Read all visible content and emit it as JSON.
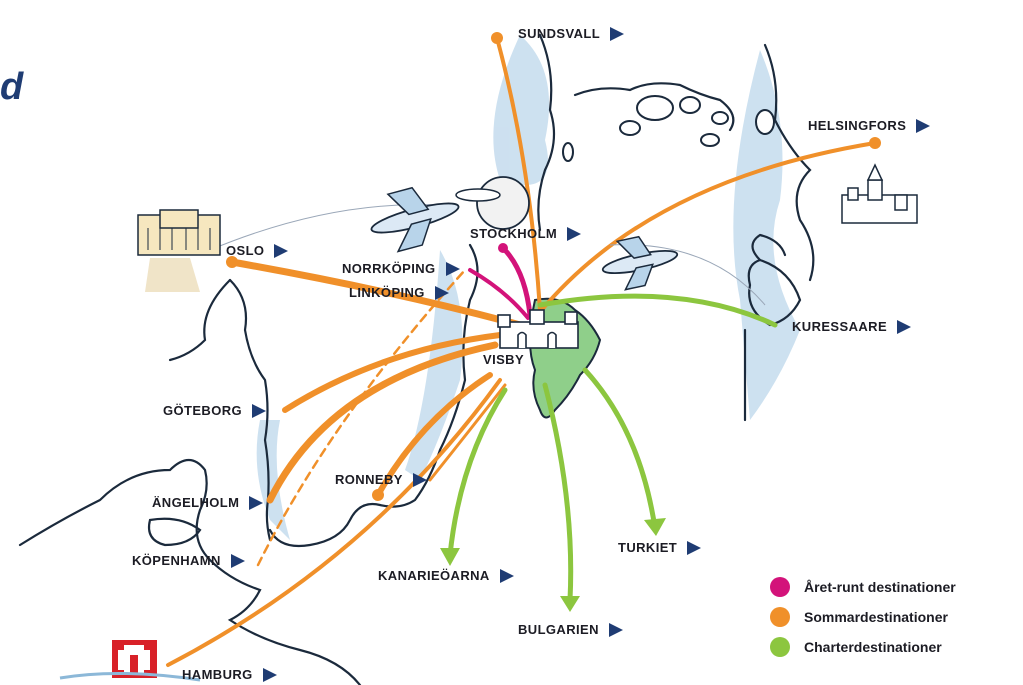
{
  "title_fragment": "d",
  "colors": {
    "year_round": "#d3137a",
    "summer": "#f0902a",
    "charter": "#8cc63f",
    "water": "#b8d4ea",
    "coast": "#1b2a3c",
    "arrow": "#1f3c73"
  },
  "cities": {
    "sundsvall": "SUNDSVALL",
    "helsingfors": "HELSINGFORS",
    "stockholm": "STOCKHOLM",
    "oslo": "OSLO",
    "norrkoping": "NORRKÖPING",
    "linkoping": "LINKÖPING",
    "kuressaare": "KURESSAARE",
    "visby": "VISBY",
    "goteborg": "GÖTEBORG",
    "ronneby": "RONNEBY",
    "angelholm": "ÄNGELHOLM",
    "kopenhamn": "KÖPENHAMN",
    "turkiet": "TURKIET",
    "kanarieoarna": "KANARIEÖARNA",
    "bulgarien": "BULGARIEN",
    "hamburg": "HAMBURG"
  },
  "legend": {
    "year_round": "Året-runt destinationer",
    "summer": "Sommardestinationer",
    "charter": "Charterdestinationer"
  },
  "icons": [
    "airplane-icon",
    "castle-icon",
    "palace-icon",
    "hamburg-crest-icon",
    "city-globe-icon"
  ]
}
